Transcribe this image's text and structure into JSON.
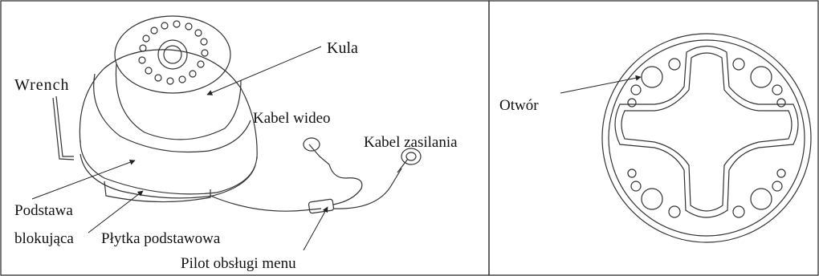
{
  "labels": {
    "wrench": "Wrench",
    "kula": "Kula",
    "kabel_wideo": "Kabel wideo",
    "kabel_zasilania": "Kabel zasilania",
    "podstawa_line1": "Podstawa",
    "podstawa_line2": "blokująca",
    "plytka": "Płytka podstawowa",
    "pilot": "Pilot obsługi menu",
    "otwor": "Otwór"
  },
  "colors": {
    "line": "#222222",
    "background": "#ffffff"
  }
}
